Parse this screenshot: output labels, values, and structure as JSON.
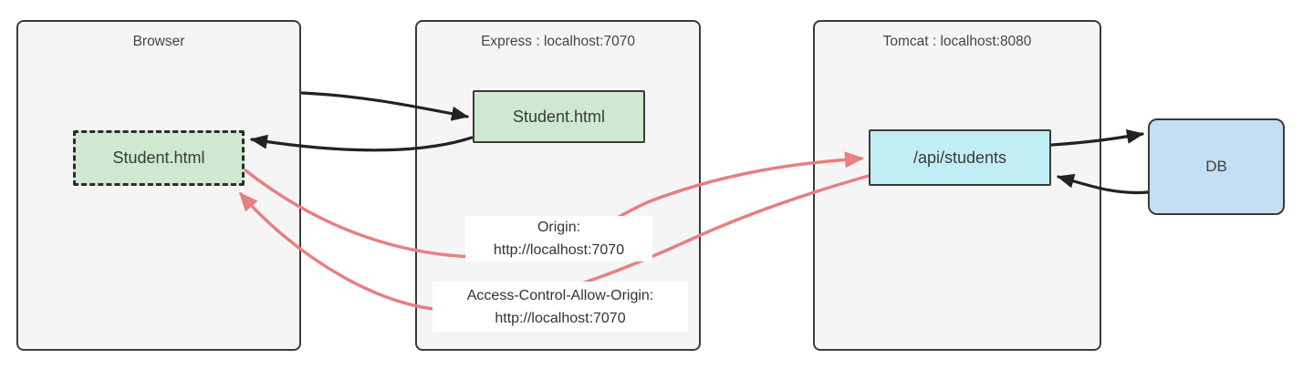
{
  "colors": {
    "panel_fill": "#f5f5f6",
    "panel_border": "#3b3b3b",
    "green_fill": "#cee9cf",
    "cyan_fill": "#c1eef5",
    "blue_fill": "#c4def6",
    "label_bg": "#ffffff",
    "black_arrow": "#222222",
    "red_arrow": "#e87f80",
    "text": "#3f3f3f"
  },
  "panels": {
    "browser": {
      "title": "Browser",
      "node_label": "Student.html"
    },
    "express": {
      "title": "Express : localhost:7070",
      "node_label": "Student.html"
    },
    "tomcat": {
      "title": "Tomcat : localhost:8080",
      "node_label": "/api/students"
    }
  },
  "db": {
    "label": "DB"
  },
  "annotations": {
    "origin": {
      "line1": "Origin:",
      "line2": "http://localhost:7070"
    },
    "acao": {
      "line1": "Access-Control-Allow-Origin:",
      "line2": "http://localhost:7070"
    }
  }
}
